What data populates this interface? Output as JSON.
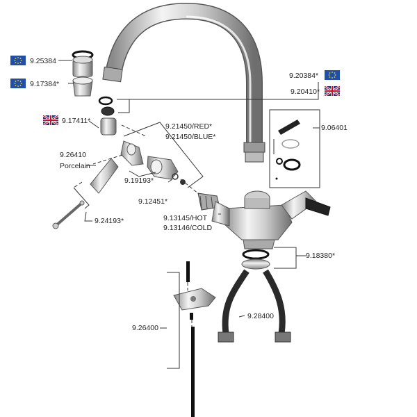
{
  "labels": {
    "p1": "9.25384",
    "p2": "9.17384*",
    "p3": "9.17411*",
    "p4": "9.26410",
    "p4b": "Porcelain",
    "p5": "9.21450/RED*",
    "p6": "9.21450/BLUE*",
    "p7": "9.19193*",
    "p8": "9.12451*",
    "p9": "9.24193*",
    "p10": "9.13145/HOT",
    "p11": "9.13146/COLD",
    "p12": "9.20384*",
    "p13": "9.20410*",
    "p14": "9.06401",
    "p15": "9.18380*",
    "p16": "9.28400",
    "p17": "9.26400"
  },
  "flags": {
    "eu_color": "#1f4fa8",
    "eu_star_color": "#ffd400",
    "uk_blue": "#21357a",
    "uk_red": "#c8102e"
  }
}
